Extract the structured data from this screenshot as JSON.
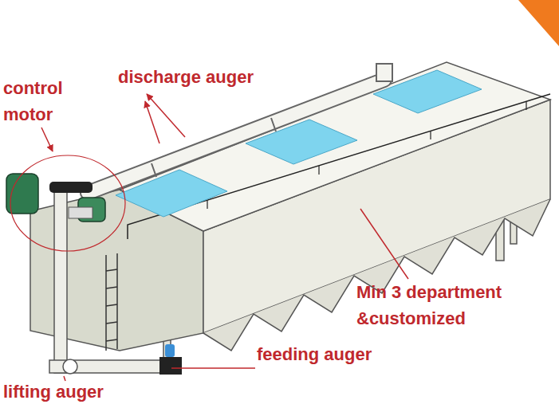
{
  "diagram": {
    "labels": [
      "control motor",
      "discharge auger",
      "Min 3 department &customized",
      "feeding auger",
      "lifting auger"
    ]
  }
}
